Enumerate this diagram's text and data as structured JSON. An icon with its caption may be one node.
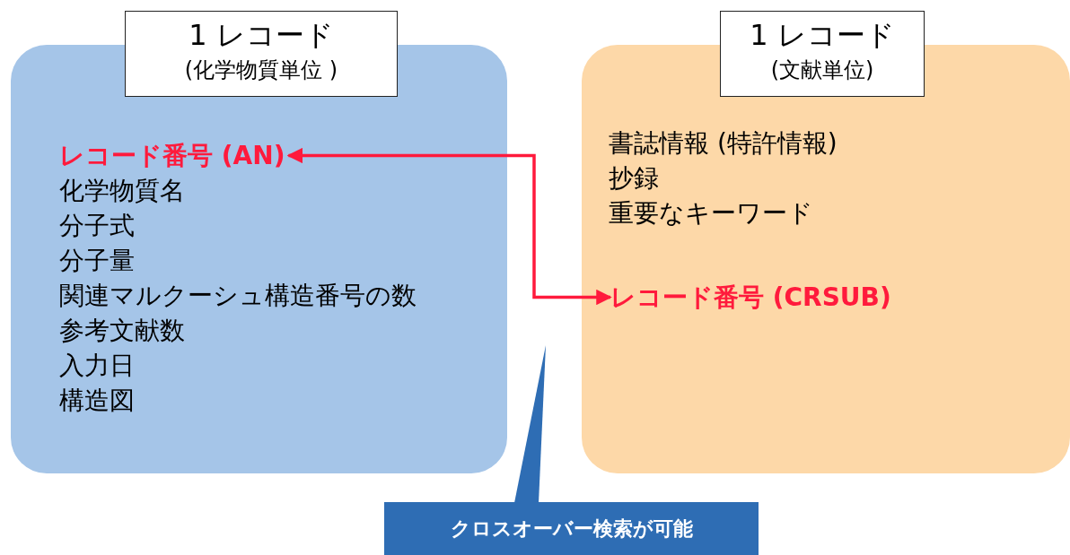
{
  "diagram": {
    "nodes": [
      {
        "text": [
          "1 レコード",
          "(化学物質単位 )"
        ]
      },
      {
        "text": [
          "化学物質名",
          "分子式",
          "分子量",
          "関連マルクーシュ構造番号の数",
          "参考文献数",
          "入力日",
          "構造図"
        ]
      },
      {
        "text": [
          "レコード番号 (AN)"
        ],
        "in": 1
      },
      {
        "text": [
          "1 レコード",
          "(文献単位)"
        ]
      },
      {
        "text": [
          "書誌情報 (特許情報)",
          "抄録",
          "重要なキーワード"
        ]
      },
      {
        "text": [
          "レコード番号 (CRSUB)"
        ],
        "in": 4
      },
      {
        "text": [
          "クロスオーバー検索が可能"
        ]
      },
      {
        "text": [],
        "shape": "triangle"
      }
    ],
    "edges": [
      {
        "from": 5,
        "to": 2,
        "arrow": "both",
        "color": "#ff1a3c"
      }
    ]
  }
}
